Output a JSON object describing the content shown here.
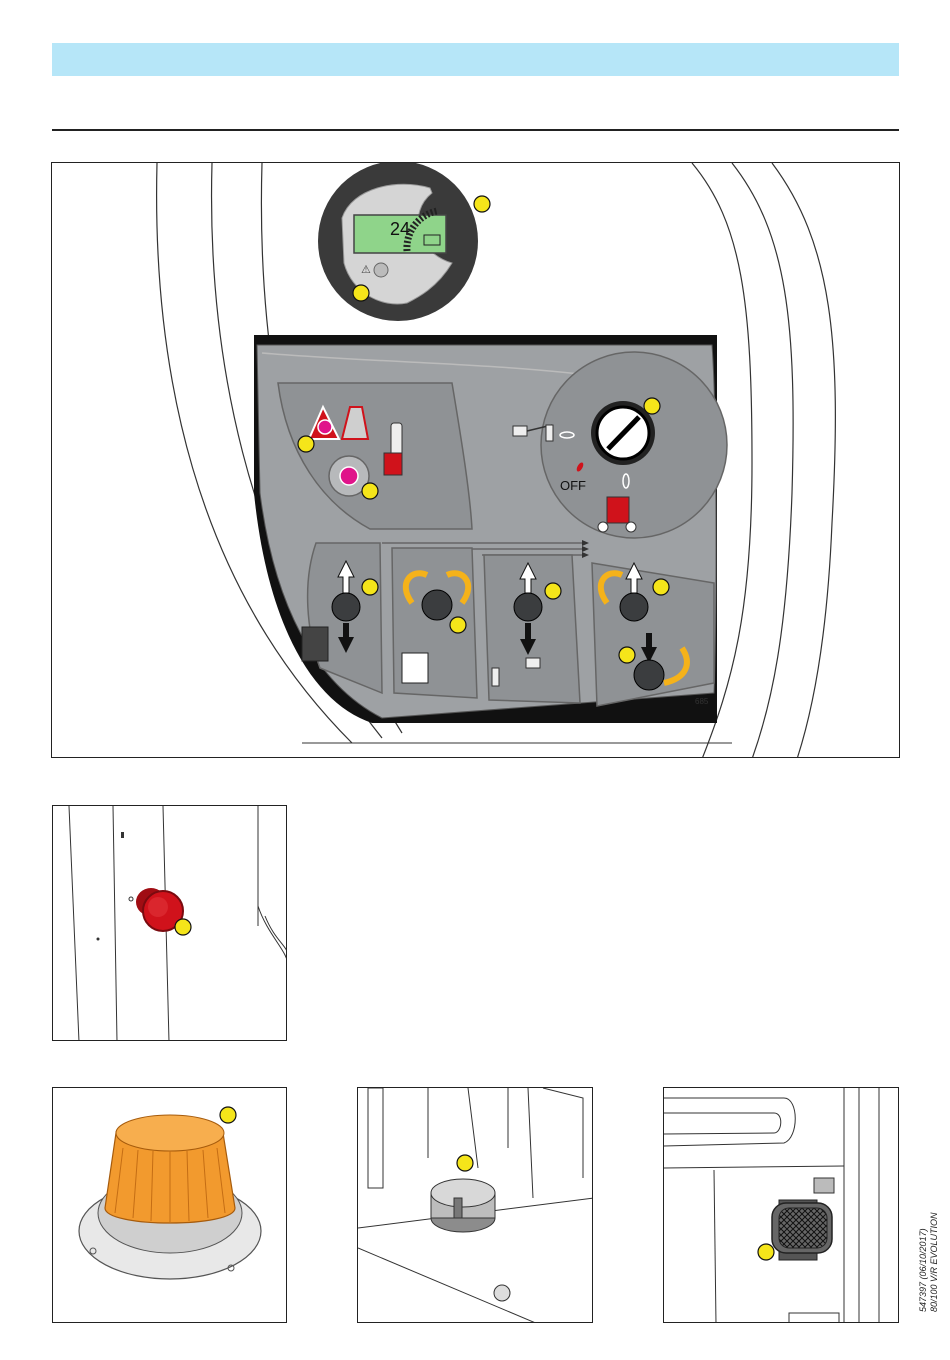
{
  "display": {
    "reading": "24"
  },
  "panel": {
    "off_label": "OFF",
    "part_code": "685"
  },
  "footer": {
    "doc_ref": "547397 (06/10/2017)",
    "model": "80/100 V/R EVOLUTION"
  },
  "colors": {
    "header_band": "#b6e6f8",
    "marker": "#f5e51a",
    "emergency_red": "#d0121b",
    "beacon_orange": "#f29a2e",
    "lcd_green": "#8fd48a"
  }
}
